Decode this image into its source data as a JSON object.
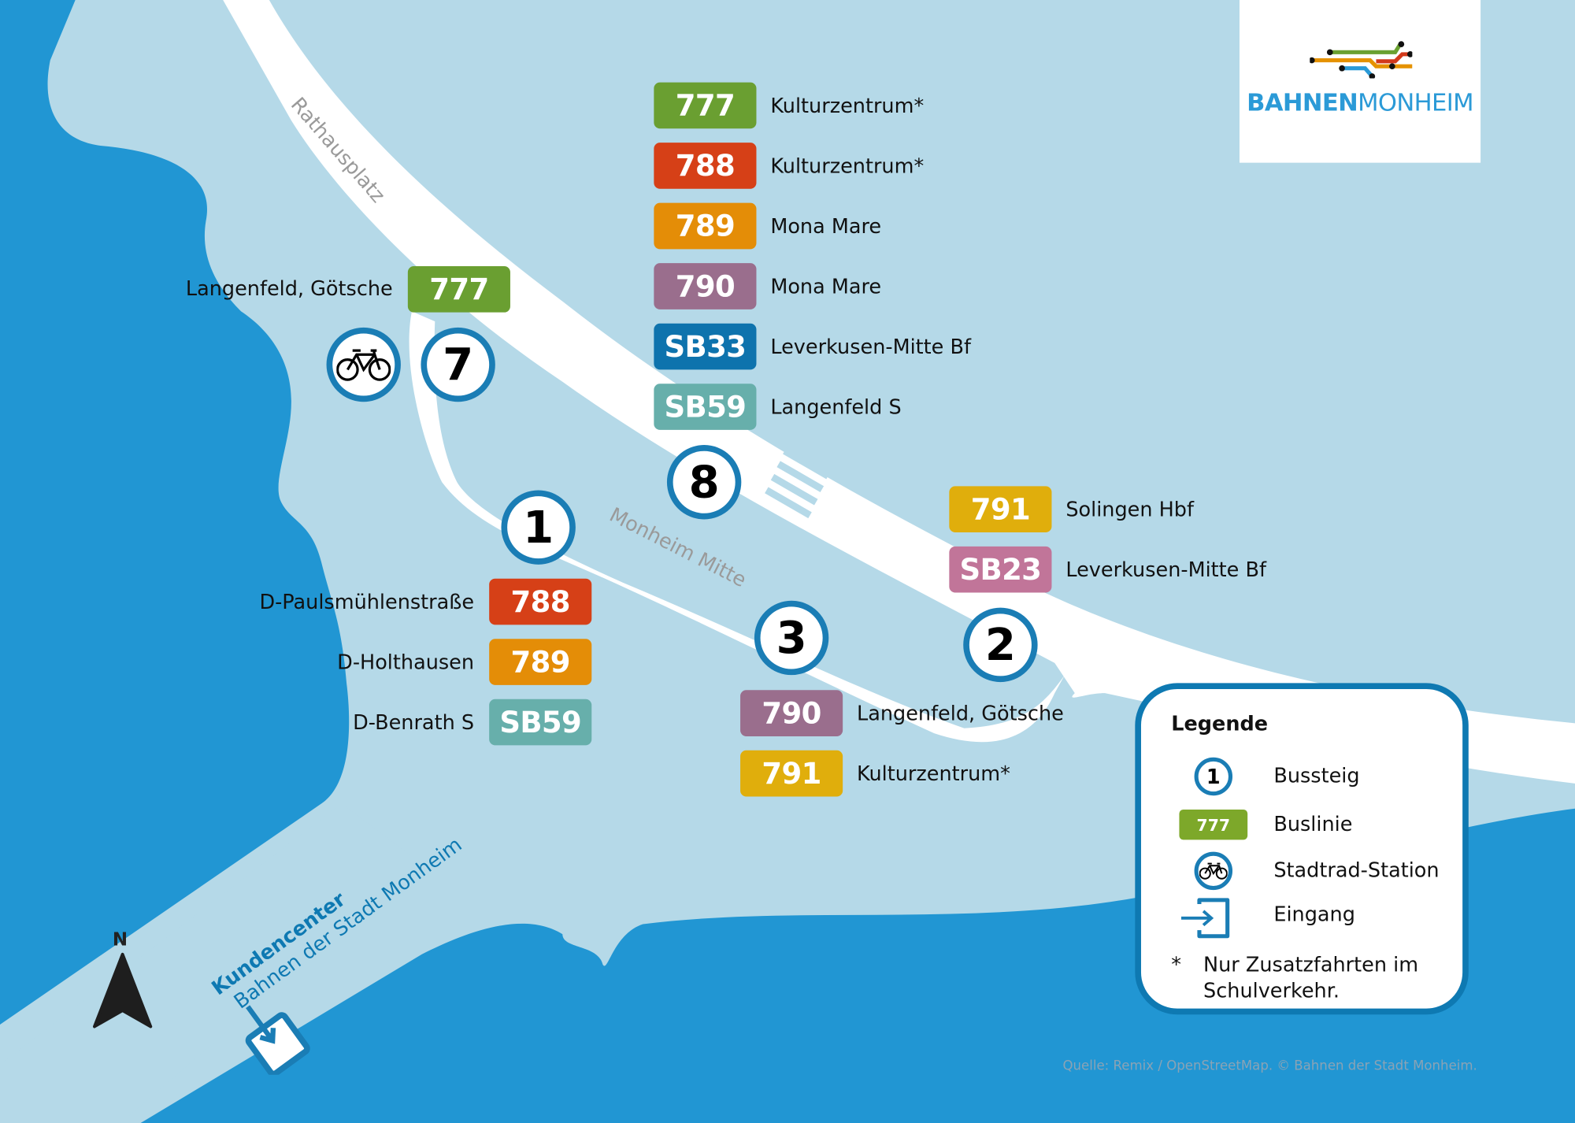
{
  "logo": {
    "brand_bold": "BAHNEN",
    "brand_light": "MONHEIM",
    "line_colors": [
      "#6aa131",
      "#d2391b",
      "#e59200",
      "#2a9ad7"
    ]
  },
  "streets": {
    "rathausplatz": "Rathausplatz",
    "monheim_mitte": "Monheim Mitte"
  },
  "colors": {
    "water": "#2196d3",
    "land": "#b5d9e8",
    "road": "#ffffff",
    "stop_ring": "#1a7db5",
    "line_777": "#6a9f31",
    "line_788": "#d64017",
    "line_789": "#e48d07",
    "line_790": "#9a6e8d",
    "line_791": "#e0ae0c",
    "line_SB33": "#0e73ad",
    "line_SB59": "#67afab",
    "line_SB23": "#c17599"
  },
  "stops": [
    {
      "id": "7",
      "label": "7",
      "lines": [
        {
          "line": "777",
          "destination": "Langenfeld, Götsche"
        }
      ]
    },
    {
      "id": "8",
      "label": "8",
      "lines": [
        {
          "line": "777",
          "destination": "Kulturzentrum*"
        },
        {
          "line": "788",
          "destination": "Kulturzentrum*"
        },
        {
          "line": "789",
          "destination": "Mona Mare"
        },
        {
          "line": "790",
          "destination": "Mona Mare"
        },
        {
          "line": "SB33",
          "destination": "Leverkusen-Mitte Bf"
        },
        {
          "line": "SB59",
          "destination": "Langenfeld S"
        }
      ]
    },
    {
      "id": "1",
      "label": "1",
      "lines": [
        {
          "line": "788",
          "destination": "D-Paulsmühlenstraße"
        },
        {
          "line": "789",
          "destination": "D-Holthausen"
        },
        {
          "line": "SB59",
          "destination": "D-Benrath S"
        }
      ]
    },
    {
      "id": "3",
      "label": "3",
      "lines": [
        {
          "line": "790",
          "destination": "Langenfeld, Götsche"
        },
        {
          "line": "791",
          "destination": "Kulturzentrum*"
        }
      ]
    },
    {
      "id": "2",
      "label": "2",
      "lines": [
        {
          "line": "791",
          "destination": "Solingen Hbf"
        },
        {
          "line": "SB23",
          "destination": "Leverkusen-Mitte Bf"
        }
      ]
    }
  ],
  "kundencenter": {
    "title": "Kundencenter",
    "subtitle": "Bahnen der Stadt Monheim"
  },
  "compass": {
    "label": "N"
  },
  "legend": {
    "title": "Legende",
    "items": [
      {
        "symbol": "1",
        "label": "Bussteig"
      },
      {
        "symbol": "777",
        "label": "Buslinie"
      },
      {
        "symbol": "bicycle-icon",
        "label": "Stadtrad-Station"
      },
      {
        "symbol": "entrance-icon",
        "label": "Eingang"
      }
    ],
    "footnote_marker": "*",
    "footnote_line1": "Nur Zusatzfahrten im",
    "footnote_line2": "Schulverkehr."
  },
  "credit": "Quelle: Remix / OpenStreetMap. © Bahnen der Stadt Monheim."
}
